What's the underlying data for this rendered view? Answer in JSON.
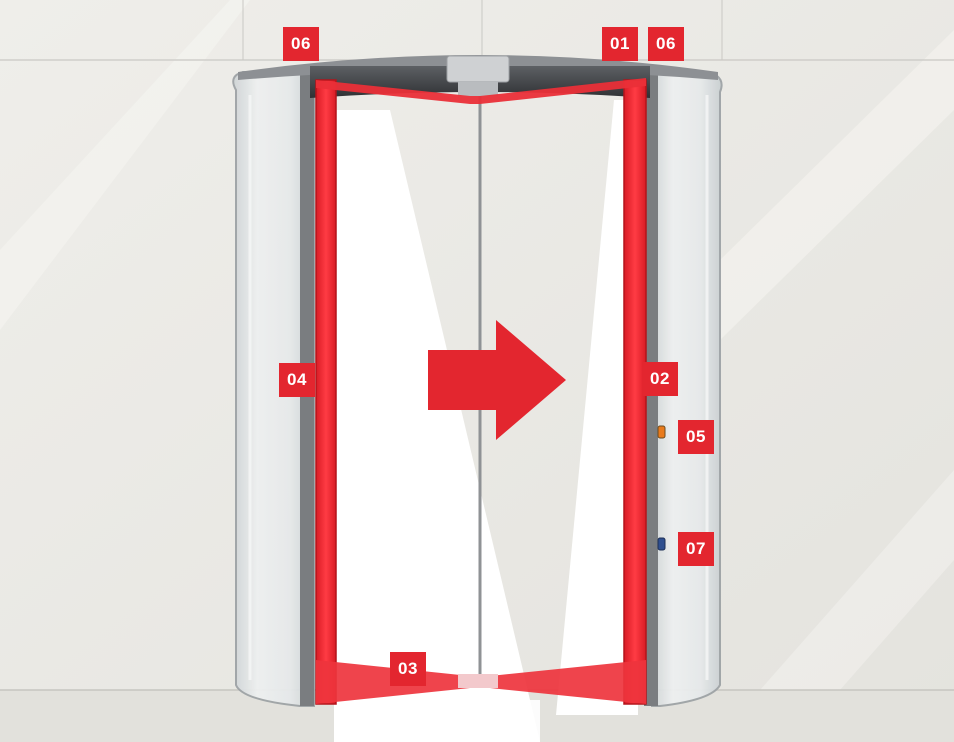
{
  "labels": {
    "l01": "01",
    "l02": "02",
    "l03": "03",
    "l04": "04",
    "l05": "05",
    "l06a": "06",
    "l06b": "06",
    "l07": "07"
  },
  "colors": {
    "highlight_red": "#e3262f",
    "wall": "#e9e8e4",
    "frame_gray": "#7d7f82",
    "glass": "#dfe3e4"
  },
  "icons": {
    "direction_arrow": "arrow-right-icon",
    "button_05": "orange-button-icon",
    "button_07": "blue-button-icon"
  }
}
